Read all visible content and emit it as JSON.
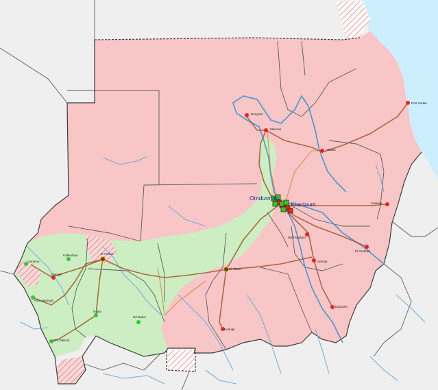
{
  "colors": {
    "sea": "#cdeefc",
    "outside": "#ececec",
    "red_zone": "#f8c6c6",
    "green_zone": "#cdeec2",
    "red_dot": "#e32424",
    "green_dot": "#35c635",
    "dark_dot": "#5a4a12",
    "label_major": "#1a2c7d"
  },
  "cities": [
    {
      "key": "omdurman",
      "label": "Omdurman",
      "kind": "major"
    },
    {
      "key": "khartoum",
      "label": "Khartoum",
      "kind": "major"
    },
    {
      "key": "port-sudan",
      "label": "Port Sudan",
      "kind": "red"
    },
    {
      "key": "dongola",
      "label": "Dongola",
      "kind": "red"
    },
    {
      "key": "merowe",
      "label": "Merowe",
      "kind": "red"
    },
    {
      "key": "atbara",
      "label": "Atbara",
      "kind": "red"
    },
    {
      "key": "kassala",
      "label": "Kassala",
      "kind": "red"
    },
    {
      "key": "wad-madani",
      "label": "Wad Madani",
      "kind": "red"
    },
    {
      "key": "el-gedaref",
      "label": "El Gedaref",
      "kind": "red"
    },
    {
      "key": "sennar",
      "label": "Sennar",
      "kind": "red"
    },
    {
      "key": "damazin",
      "label": "Damazin",
      "kind": "red"
    },
    {
      "key": "kadugli",
      "label": "Kadugli",
      "kind": "red"
    },
    {
      "key": "geneina",
      "label": "Geneina",
      "kind": "green"
    },
    {
      "key": "kabkabiya",
      "label": "Kabkabiya",
      "kind": "green"
    },
    {
      "key": "el-fasher",
      "label": "Al Fasher",
      "kind": "dark"
    },
    {
      "key": "zalingei",
      "label": "Zalingei",
      "kind": "red"
    },
    {
      "key": "foro-baranga",
      "label": "Foro Baranga",
      "kind": "green"
    },
    {
      "key": "nyala",
      "label": "Nyala",
      "kind": "green"
    },
    {
      "key": "ed-daein",
      "label": "Ed Daein",
      "kind": "green"
    },
    {
      "key": "um-dafouk",
      "label": "Um Dafouk",
      "kind": "green"
    },
    {
      "key": "el-obeid",
      "label": "El Obeid",
      "kind": "dark"
    }
  ]
}
